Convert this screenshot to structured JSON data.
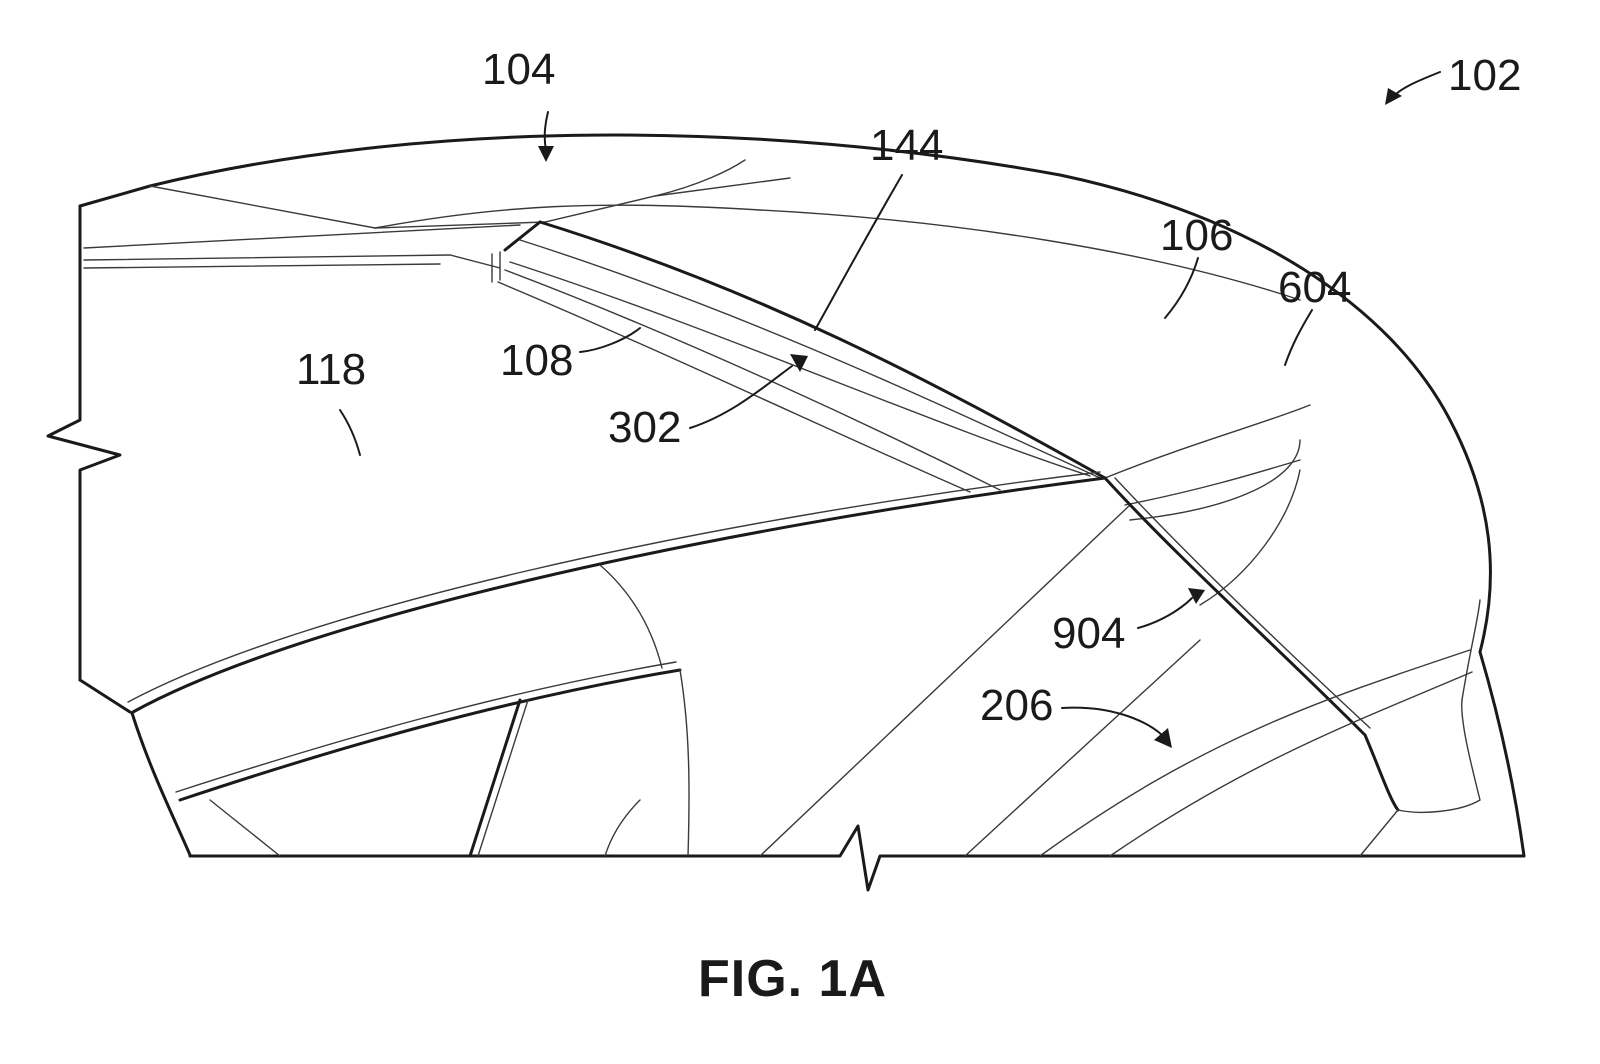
{
  "figure": {
    "caption": "FIG. 1A",
    "reference_numerals": {
      "r102": "102",
      "r104": "104",
      "r106": "106",
      "r108": "108",
      "r118": "118",
      "r144": "144",
      "r206": "206",
      "r302": "302",
      "r604": "604",
      "r904": "904"
    }
  }
}
